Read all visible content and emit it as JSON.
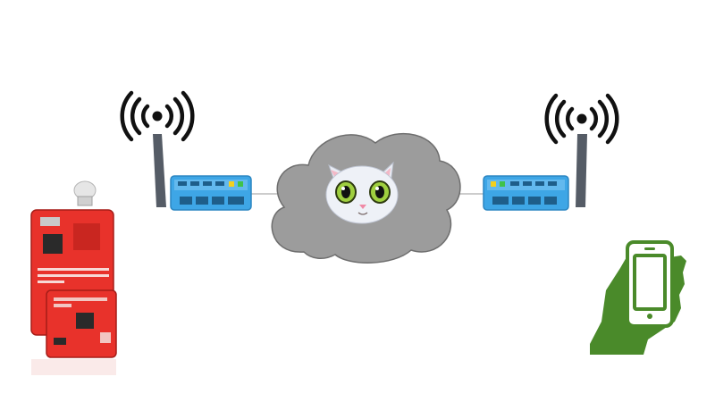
{
  "diagram": {
    "title": "",
    "nodes": [
      {
        "id": "mcu-board",
        "icon": "microcontroller-board-icon"
      },
      {
        "id": "router-left",
        "icon": "wifi-router-icon"
      },
      {
        "id": "cloud",
        "icon": "cloud-icon"
      },
      {
        "id": "cat-face",
        "icon": "cat-face-icon"
      },
      {
        "id": "router-right",
        "icon": "wifi-router-icon"
      },
      {
        "id": "phone-hand",
        "icon": "hand-holding-phone-icon"
      }
    ],
    "edges": [
      {
        "from": "router-left",
        "to": "cloud"
      },
      {
        "from": "cloud",
        "to": "router-right"
      }
    ]
  },
  "colors": {
    "router": "#3ea6e6",
    "router_dark": "#2b86c2",
    "cloud": "#9b9b9b",
    "board": "#e8322b",
    "phone_green": "#4a8a2a",
    "signal": "#111111"
  }
}
